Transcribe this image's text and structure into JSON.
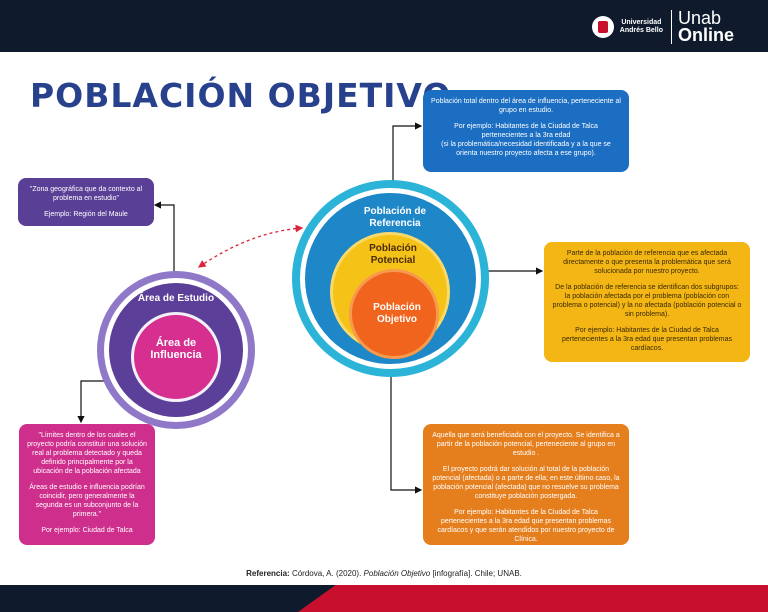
{
  "brand": {
    "university_line1": "Universidad",
    "university_line2": "Andrés Bello",
    "unab": "Unab",
    "online": "Online"
  },
  "title": "POBLACIÓN OBJETIVO",
  "left_diagram": {
    "outer_label": "Área de Estudio",
    "inner_label": "Área de\nInfluencia"
  },
  "right_diagram": {
    "outer_label": "Población de\nReferencia",
    "middle_label": "Población\nPotencial",
    "inner_label": "Población\nObjetivo"
  },
  "boxes": {
    "blue": {
      "p1": "Población total dentro del área de influencia, perteneciente al grupo en estudio.",
      "p2": "Por ejemplo: Habitantes de la Ciudad de Talca\npertenecientes a la 3ra edad\n(si la problemática/necesidad identificada y a la que se orienta nuestro proyecto afecta a ese grupo)."
    },
    "purple": {
      "p1": "\"Zona geográfica que da contexto al problema en estudio\"",
      "p2": "Ejemplo: Región del Maule"
    },
    "yellow": {
      "p1": "Parte de la población de referencia que es afectada directamente o que presenta la problemática que será solucionada por nuestro proyecto.",
      "p2": "De la población de referencia se identifican dos subgrupos: la población afectada por el problema (población con problema o potencial) y la no afectada (población potencial o sin problema).",
      "p3": "Por ejemplo: Habitantes de la Ciudad de Talca pertenecientes a la 3ra edad que presentan problemas cardíacos."
    },
    "pink": {
      "p1": "\"Límites dentro de los cuales el proyecto podría constituir una solución real al problema detectado y queda definido principalmente por la ubicación de la población afectada",
      "p2": "Áreas de estudio e influencia podrían coincidir, pero generalmente la segunda es un subconjunto de la primera.\"",
      "p3": "Por ejemplo: Ciudad de Talca"
    },
    "orange": {
      "p1": "Aquella que será beneficiada con el proyecto. Se identifica a partir de la población potencial, perteneciente al grupo en estudio .",
      "p2": "El proyecto podrá dar solución al total de la población potencial (afectada) o a parte de ella; en este último caso, la población potencial (afectada) que no resuelve su problema constituye población postergada.",
      "p3": "Por ejemplo: Habitantes de la Ciudad de Talca pertenecientes a la 3ra edad que presentan problemas cardíacos y que serán atendidos por nuestro proyecto de Clínica."
    }
  },
  "reference": {
    "label": "Referencia:",
    "authors": "Córdova, A. (2020).",
    "work": "Población Objetivo",
    "rest": "[infografía]. Chile; UNAB."
  },
  "colors": {
    "navy": "#0f1b2d",
    "title_blue": "#27418c",
    "brand_red": "#c8102e",
    "blue_box": "#1b6ec2",
    "purple_box": "#5a3f96",
    "yellow_box": "#f3b614",
    "pink_box": "#cf2f8c",
    "orange_box": "#e57f1e"
  }
}
